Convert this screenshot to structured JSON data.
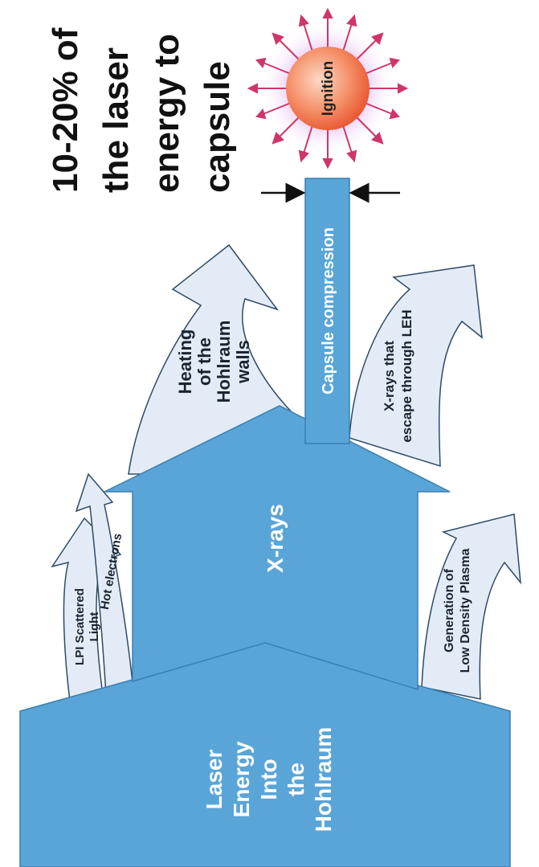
{
  "title_lines": [
    "10-20% of",
    "the laser",
    "energy to",
    "capsule"
  ],
  "ignition_label": "Ignition",
  "capsule_label": "Capsule compression",
  "xrays_label": "X-rays",
  "laser_lines": [
    "Laser",
    "Energy",
    "Into",
    "the",
    "Hohlraum"
  ],
  "heating_lines": [
    "Heating",
    "of the",
    "Hohlraum",
    "walls"
  ],
  "escape_lines": [
    "X-rays that",
    "escape through LEH"
  ],
  "lpi_lines": [
    "LPI Scattered",
    "Light"
  ],
  "hot_electrons_label": "Hot electrons",
  "plasma_lines": [
    "Generation of",
    "Low Density Plasma"
  ],
  "colors": {
    "flow_blue": "#5aa5d8",
    "flow_edge": "#3b7fb3",
    "loss_fill": "#e3ecf6",
    "loss_edge": "#2f4a66",
    "ignition_core": "#f26a3a",
    "ignition_glow": "#c9a6e6",
    "ray_color": "#d0356a"
  }
}
